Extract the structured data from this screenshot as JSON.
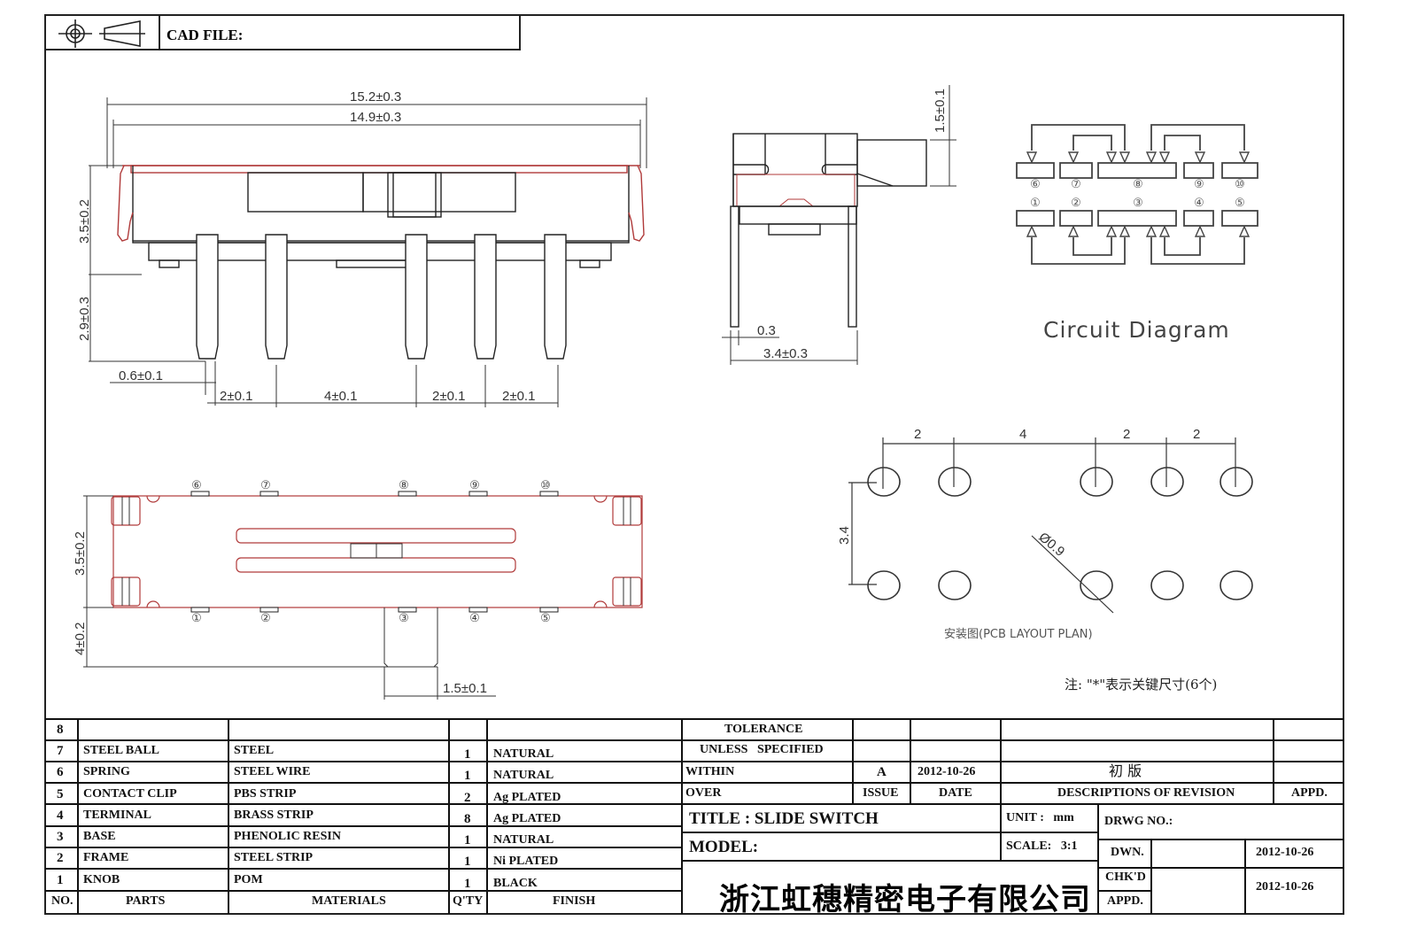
{
  "header": {
    "symbol_icon": "third-angle-projection-icon",
    "cad_file_label": "CAD FILE:"
  },
  "front_view": {
    "dims": {
      "overall_width": "15.2±0.3",
      "frame_width": "14.9±0.3",
      "body_height": "3.5±0.2",
      "pin_length": "2.9±0.3",
      "pin_width": "0.6±0.1",
      "pitch_1": "2±0.1",
      "pitch_2": "4±0.1",
      "pitch_3": "2±0.1",
      "pitch_4": "2±0.1"
    }
  },
  "side_view": {
    "dims": {
      "knob_height": "1.5±0.1",
      "pin_thickness": "0.3",
      "row_spacing": "3.4±0.3"
    }
  },
  "circuit": {
    "title": "Circuit Diagram",
    "top_labels": [
      "⑥",
      "⑦",
      "⑧",
      "⑨",
      "⑩"
    ],
    "bottom_labels": [
      "①",
      "②",
      "③",
      "④",
      "⑤"
    ]
  },
  "top_view": {
    "top_pin_labels": [
      "⑥",
      "⑦",
      "⑧",
      "⑨",
      "⑩"
    ],
    "bottom_pin_labels": [
      "①",
      "②",
      "③",
      "④",
      "⑤"
    ],
    "dims": {
      "body_height": "3.5±0.2",
      "knob_travel": "4±0.2",
      "knob_width": "1.5±0.1"
    }
  },
  "pcb_layout": {
    "title": "安装图(PCB LAYOUT  PLAN)",
    "dims": {
      "pitch_1": "2",
      "pitch_2": "4",
      "pitch_3": "2",
      "pitch_4": "2",
      "row_spacing": "3.4",
      "hole_diameter": "Ø0.9"
    }
  },
  "note": "注: \"*\"表示关键尺寸(6个)",
  "bom": {
    "columns": [
      "NO.",
      "PARTS",
      "MATERIALS",
      "Q'TY",
      "FINISH"
    ],
    "rows": [
      {
        "no": "8",
        "part": "",
        "material": "",
        "qty": "",
        "finish": ""
      },
      {
        "no": "7",
        "part": "STEEL BALL",
        "material": "STEEL",
        "qty": "1",
        "finish": "NATURAL"
      },
      {
        "no": "6",
        "part": "SPRING",
        "material": "STEEL WIRE",
        "qty": "1",
        "finish": "NATURAL"
      },
      {
        "no": "5",
        "part": "CONTACT CLIP",
        "material": "PBS STRIP",
        "qty": "2",
        "finish": "Ag PLATED"
      },
      {
        "no": "4",
        "part": "TERMINAL",
        "material": "BRASS STRIP",
        "qty": "8",
        "finish": "Ag PLATED"
      },
      {
        "no": "3",
        "part": "BASE",
        "material": "PHENOLIC RESIN",
        "qty": "1",
        "finish": "NATURAL"
      },
      {
        "no": "2",
        "part": "FRAME",
        "material": "STEEL STRIP",
        "qty": "1",
        "finish": "Ni PLATED"
      },
      {
        "no": "1",
        "part": "KNOB",
        "material": "POM",
        "qty": "1",
        "finish": "BLACK"
      }
    ]
  },
  "title_block": {
    "tolerance_line1": "TOLERANCE",
    "tolerance_line2": "UNLESS   SPECIFIED",
    "within_label": "WITHIN",
    "over_label": "OVER",
    "revision": {
      "issue": "A",
      "date": "2012-10-26",
      "description": "初 版",
      "appd": ""
    },
    "issue_label": "ISSUE",
    "date_label": "DATE",
    "desc_label": "DESCRIPTIONS OF REVISION",
    "appd_label": "APPD.",
    "title_label": "TITLE : SLIDE SWITCH",
    "unit_label": "UNIT :   mm",
    "drwg_label": "DRWG NO.:",
    "model_label": "MODEL:",
    "scale_label": "SCALE:   3:1",
    "dwn_label": "DWN.",
    "dwn_date": "2012-10-26",
    "chkd_label": "CHK'D",
    "appd2_label": "APPD.",
    "chk_date": "2012-10-26",
    "company": "浙江虹穗精密电子有限公司"
  },
  "colors": {
    "line": "#222222",
    "outline_red": "#b03a3a",
    "light_red": "#e8b7b7"
  }
}
